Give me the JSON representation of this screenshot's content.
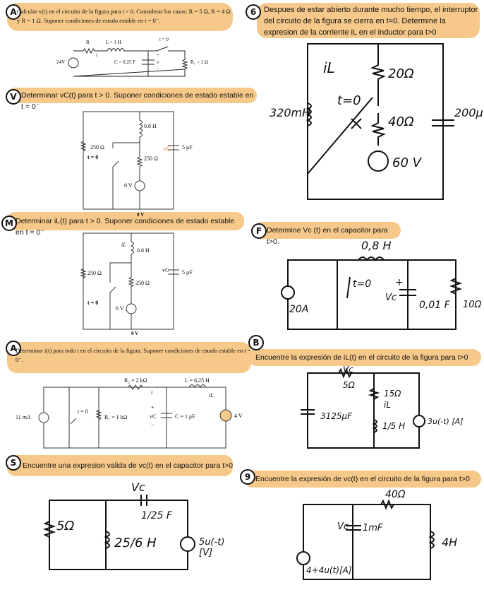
{
  "problems": {
    "p1": {
      "badge": "A",
      "title": "Calcular v(t) en el circuito de la figura para t > 0. Considerar los casos: R = 5 Ω, R = 4 Ω y R = 1 Ω. Suponer condiciones de estado estable en t = 0⁻."
    },
    "p2": {
      "badge": "6",
      "title": "Despues de estar abierto durante mucho tiempo, el interruptor del circuito de la figura se cierra en t=0. Determine la expresion de la corriente iL en el inductor para t>0"
    },
    "p3": {
      "badge": "V",
      "title": "Determinar vC(t) para t > 0. Suponer condiciones de estado estable en t = 0⁻"
    },
    "p4": {
      "badge": "M",
      "title": "Determinar iL(t) para t > 0. Suponer condiciones de estado estable en t = 0⁻"
    },
    "p5": {
      "badge": "F",
      "title": "Determine Vc (t) en el capacitor para t>0."
    },
    "p6": {
      "badge": "A",
      "title": "Determinar i(t) para todo t en el circuito de la figura. Suponer condiciones de estado estable en t = 0⁻."
    },
    "p7": {
      "badge": "B",
      "title": "Encuentre la expresión de iL(t) en el circuito de la figura para t>0"
    },
    "p8": {
      "badge": "S",
      "title": "Encuentre una expresion valida de vc(t) en el capacitor para t>0"
    },
    "p9": {
      "badge": "9",
      "title": "Encuentre la expresión de vc(t) en el circuito de la figura para t>0"
    }
  },
  "labels": {
    "c1": {
      "R": "R",
      "L": "L = 1 H",
      "i": "i",
      "t0": "t = 0",
      "vs": "24V",
      "C": "C = 0.25 F",
      "v": "v",
      "plus": "+",
      "minus": "−",
      "R1": "R₁ = 1 Ω"
    },
    "c2": {
      "iL": "iL",
      "r20": "20Ω",
      "L": "320mH",
      "t0": "t=0",
      "r40": "40Ω",
      "C": "200μ",
      "vs": "60 V"
    },
    "c3": {
      "L": "0.8 H",
      "r1": "250 Ω",
      "r2": "250 Ω",
      "vc": "vC",
      "C": "5 μF",
      "t0": "t = 0",
      "vs": "6 V",
      "gnd": "0 V"
    },
    "c4": {
      "iL": "iL",
      "L": "0.8 H",
      "r1": "250 Ω",
      "r2": "250 Ω",
      "vc": "vC",
      "C": "5 μF",
      "t0": "t = 0",
      "vs": "6 V",
      "gnd": "0 V"
    },
    "c5": {
      "L": "0,8 H",
      "t0": "t=0",
      "vc": "Vc",
      "C": "0,01 F",
      "is": "20A",
      "R": "10Ω",
      "plus": "+"
    },
    "c6": {
      "R2": "R₂ = 2 kΩ",
      "L": "L = 6,25 H",
      "i": "i",
      "iL": "iL",
      "is": "11 mA",
      "t0": "t = 0",
      "R1": "R₁ = 1 kΩ",
      "vc": "vC",
      "C": "C = 1 μF",
      "vs": "4 V",
      "plus": "+",
      "minus": "−"
    },
    "c7": {
      "vc": "Vc",
      "r5": "5Ω",
      "r15": "15Ω",
      "iL": "iL",
      "C": "3125μF",
      "L": "1/5 H",
      "is": "3u(-t) [A]"
    },
    "c8": {
      "vc": "Vc",
      "C": "1/25 F",
      "r5": "5Ω",
      "L": "25/6 H",
      "vs": "5u(-t) [V]"
    },
    "c9": {
      "r40": "40Ω",
      "vc": "Vc",
      "C": "1mF",
      "L": "4H",
      "is": "4+4u(t)[A]"
    }
  }
}
